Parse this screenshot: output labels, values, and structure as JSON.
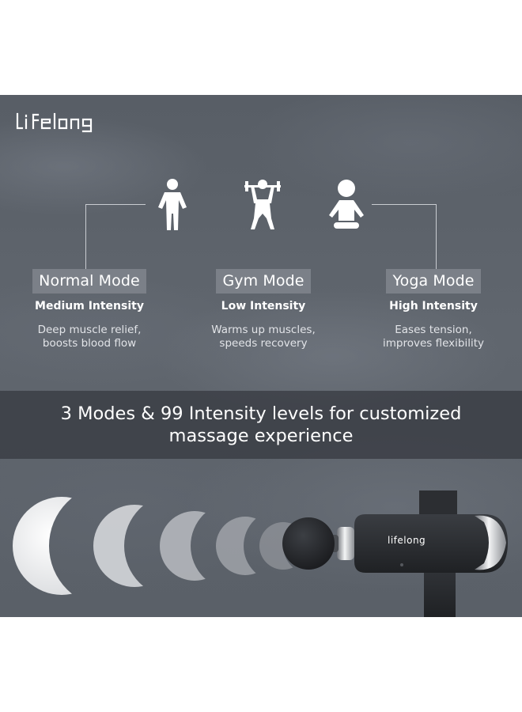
{
  "brand": {
    "logo_text": "lifelong",
    "device_logo_text": "lifelong"
  },
  "modes": [
    {
      "icon": "standing-person-icon",
      "title": "Normal Mode",
      "intensity": "Medium Intensity",
      "desc_line1": "Deep muscle relief,",
      "desc_line2": "boosts blood flow"
    },
    {
      "icon": "weightlifting-person-icon",
      "title": "Gym Mode",
      "intensity": "Low Intensity",
      "desc_line1": "Warms up muscles,",
      "desc_line2": "speeds recovery"
    },
    {
      "icon": "meditating-person-icon",
      "title": "Yoga Mode",
      "intensity": "High Intensity",
      "desc_line1": "Eases tension,",
      "desc_line2": "improves flexibility"
    }
  ],
  "headline": {
    "line1": "3 Modes & 99 Intensity levels for customized",
    "line2": "massage experience"
  },
  "illustration": {
    "product": "massage-gun-icon",
    "effect": "pulse-waves-icon"
  },
  "colors": {
    "background": "#5d636b",
    "label_background": "#7b8088",
    "banner_background": "#3a3e44",
    "text": "#ffffff",
    "device_body": "#2a2c30"
  }
}
